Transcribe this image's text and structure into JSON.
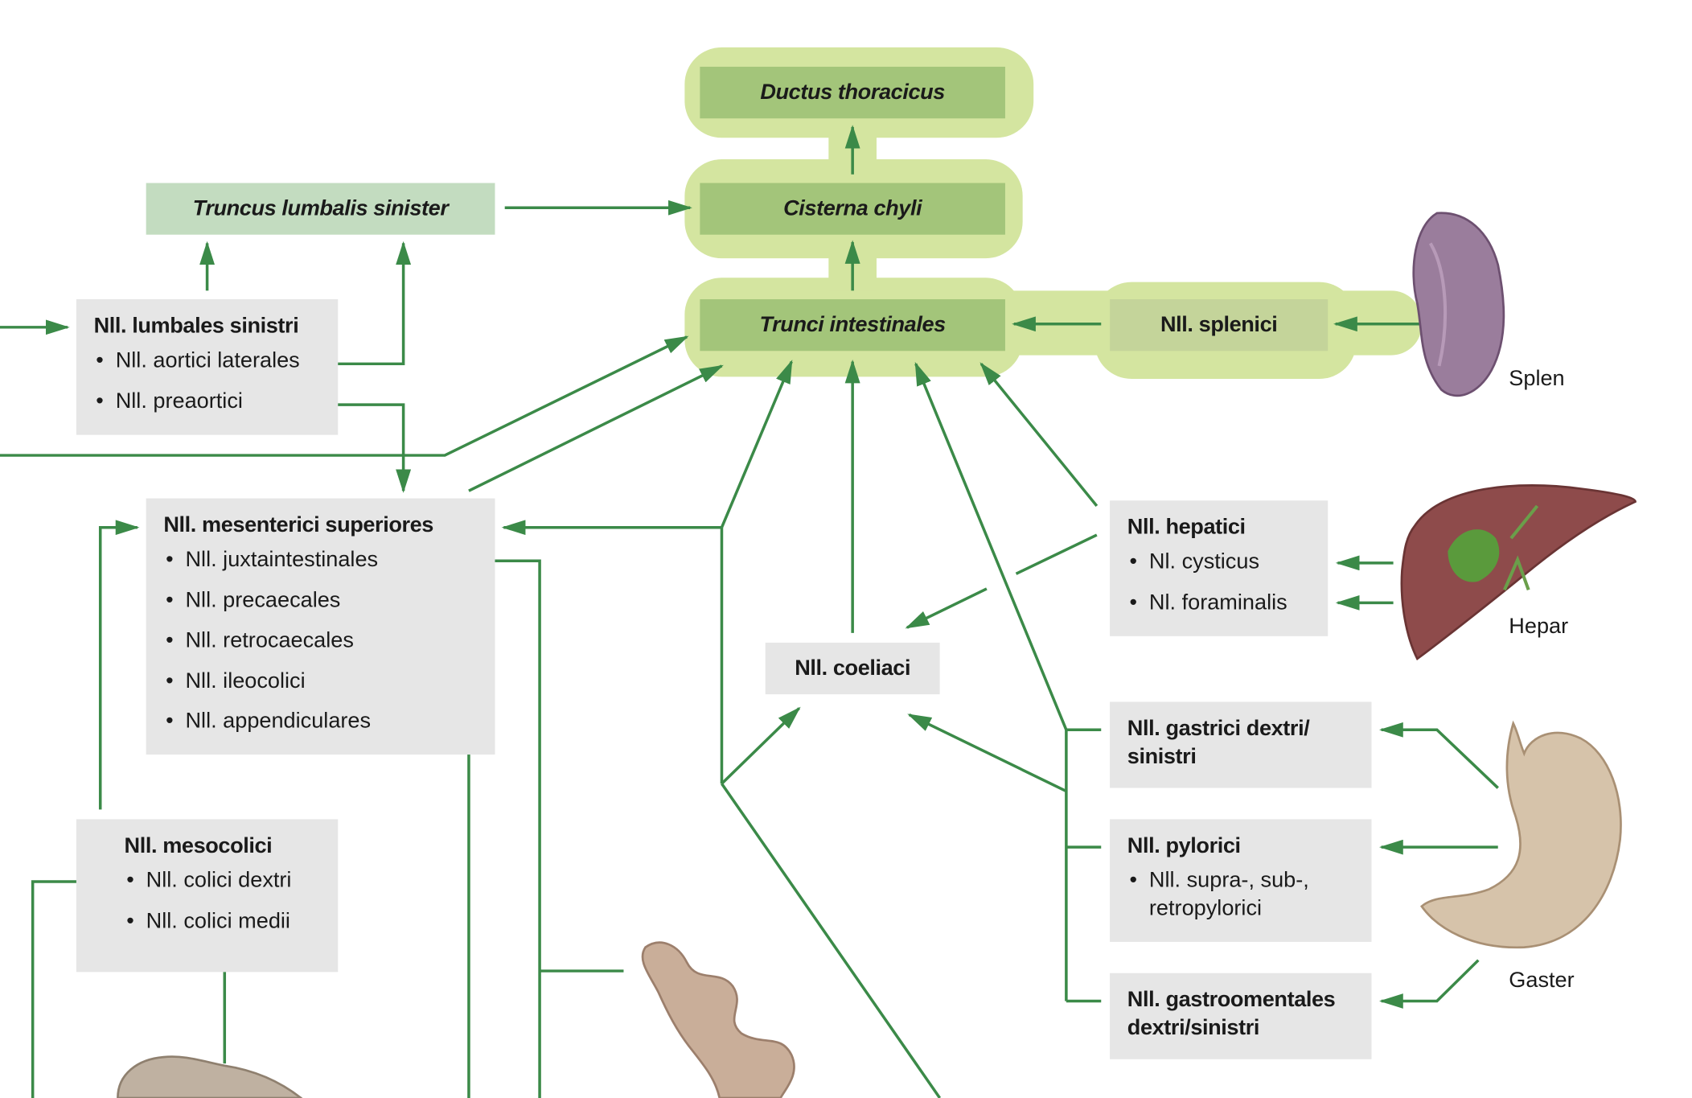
{
  "colors": {
    "arrow": "#3b8a48",
    "halo": "#d4e5a0",
    "box": "#e6e6e6",
    "main_box": "#a3c57a"
  },
  "main": {
    "ductus": "Ductus thoracicus",
    "cisterna": "Cisterna chyli",
    "trunci": "Trunci intestinales",
    "truncus_lumbalis": "Truncus lumbalis sinister"
  },
  "splenici": {
    "title": "Nll. splenici"
  },
  "lumbales": {
    "title": "Nll. lumbales sinistri",
    "items": [
      "Nll. aortici laterales",
      "Nll. preaortici"
    ]
  },
  "mesenterici": {
    "title": "Nll. mesenterici superiores",
    "items": [
      "Nll. juxtaintestinales",
      "Nll. precaecales",
      "Nll. retrocaecales",
      "Nll. ileocolici",
      "Nll. appendiculares"
    ]
  },
  "mesocolici": {
    "title": "Nll. mesocolici",
    "items": [
      "Nll. colici dextri",
      "Nll. colici medii"
    ]
  },
  "coeliaci": {
    "title": "Nll. coeliaci"
  },
  "hepatici": {
    "title": "Nll. hepatici",
    "items": [
      "Nl. cysticus",
      "Nl. foraminalis"
    ]
  },
  "gastrici": {
    "title_line1": "Nll. gastrici dextri/",
    "title_line2": "sinistri"
  },
  "pylorici": {
    "title": "Nll. pylorici",
    "item_line1": "Nll. supra-, sub-,",
    "item_line2": "retropylorici"
  },
  "gastroomentales": {
    "title_line1": "Nll. gastroomentales",
    "title_line2": "dextri/sinistri"
  },
  "organs": {
    "splen": "Splen",
    "hepar": "Hepar",
    "gaster": "Gaster"
  }
}
